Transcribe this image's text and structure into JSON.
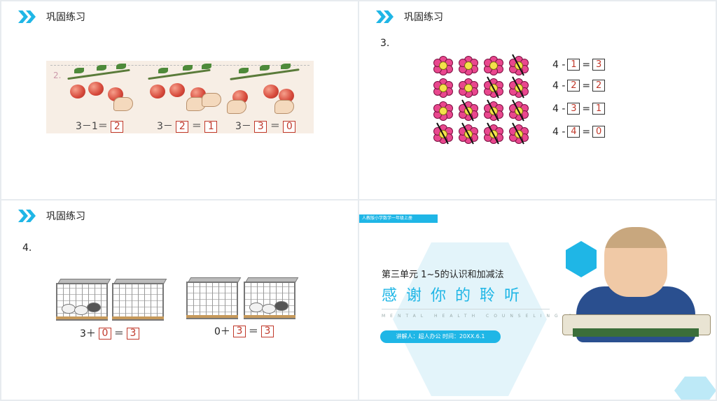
{
  "slides": {
    "s1": {
      "header": "巩固练习",
      "picture_number": "2.",
      "equations": [
        {
          "prefix": "3－1＝",
          "answer": "2"
        },
        {
          "prefix": "3－",
          "box1": "2",
          "mid": "＝",
          "box2": "1"
        },
        {
          "prefix": "3－",
          "box1": "3",
          "mid": "＝",
          "box2": "0"
        }
      ]
    },
    "s2": {
      "header": "巩固练习",
      "number": "3.",
      "rows": [
        {
          "lhs": "4 -",
          "sub": "1",
          "eq": "=",
          "res": "3"
        },
        {
          "lhs": "4 -",
          "sub": "2",
          "eq": "=",
          "res": "2"
        },
        {
          "lhs": "4 -",
          "sub": "3",
          "eq": "=",
          "res": "1"
        },
        {
          "lhs": "4 -",
          "sub": "4",
          "eq": "=",
          "res": "0"
        }
      ]
    },
    "s3": {
      "header": "巩固练习",
      "number": "4.",
      "eq1": {
        "a": "3＋",
        "b": "0",
        "eq": "＝",
        "c": "3"
      },
      "eq2": {
        "a": "0＋",
        "b": "3",
        "eq": "＝",
        "c": "3"
      }
    },
    "s4": {
      "tag": "人教版小学数学一年级上册",
      "subtitle": "第三单元 1~5的认识和加减法",
      "title": "感谢你的聆听",
      "english": "MENTAL HEALTH COUNSELING PPT",
      "presenter": "讲解人：超人办公  时间：20XX.6.1"
    }
  },
  "colors": {
    "accent": "#1fb6e6",
    "answer_red": "#c0392b"
  }
}
